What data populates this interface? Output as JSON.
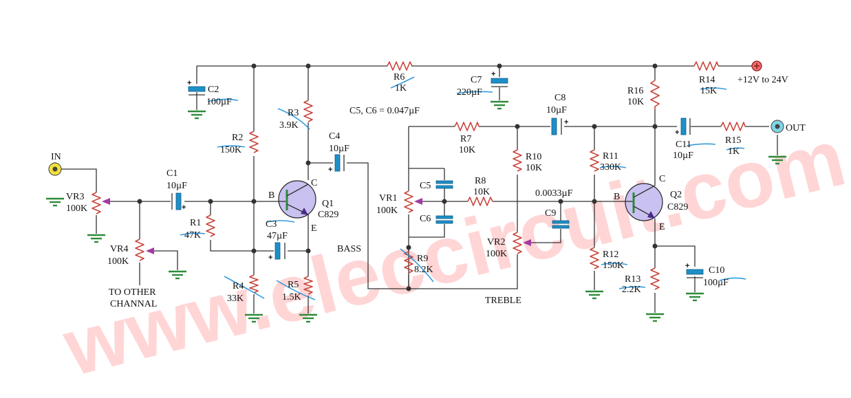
{
  "watermark": "www.eleccircuit.com",
  "supply": {
    "label": "+12V to 24V"
  },
  "input_label": "IN",
  "output_label": "OUT",
  "note_c5_c6": "C5, C6 = 0.047µF",
  "other_channel": [
    "TO OTHER",
    "CHANNAL"
  ],
  "bass_label": "BASS",
  "treble_label": "TREBLE",
  "c9_value_label": "0.0033µF",
  "components": {
    "VR3": {
      "name": "VR3",
      "value": "100K"
    },
    "VR4": {
      "name": "VR4",
      "value": "100K"
    },
    "C1": {
      "name": "C1",
      "value": "10µF"
    },
    "R1": {
      "name": "R1",
      "value": "47K"
    },
    "C2": {
      "name": "C2",
      "value": "100µF"
    },
    "R2": {
      "name": "R2",
      "value": "150K"
    },
    "C3": {
      "name": "C3",
      "value": "47µF"
    },
    "R3": {
      "name": "R3",
      "value": "3.9K"
    },
    "R4": {
      "name": "R4",
      "value": "33K"
    },
    "R5": {
      "name": "R5",
      "value": "1.5K"
    },
    "Q1": {
      "name": "Q1",
      "value": "C829"
    },
    "C4": {
      "name": "C4",
      "value": "10µF"
    },
    "R6": {
      "name": "R6",
      "value": "1K"
    },
    "C7": {
      "name": "C7",
      "value": "220µF"
    },
    "R7": {
      "name": "R7",
      "value": "10K"
    },
    "VR1": {
      "name": "VR1",
      "value": "100K"
    },
    "C5": {
      "name": "C5"
    },
    "C6": {
      "name": "C6"
    },
    "R8": {
      "name": "R8",
      "value": "10K"
    },
    "R9": {
      "name": "R9",
      "value": "8.2K"
    },
    "R10": {
      "name": "R10",
      "value": "10K"
    },
    "VR2": {
      "name": "VR2",
      "value": "100K"
    },
    "C9": {
      "name": "C9"
    },
    "C8": {
      "name": "C8",
      "value": "10µF"
    },
    "R11": {
      "name": "R11",
      "value": "330K"
    },
    "R12": {
      "name": "R12",
      "value": "150K"
    },
    "Q2": {
      "name": "Q2",
      "value": "C829"
    },
    "R16": {
      "name": "R16",
      "value": "10K"
    },
    "R14": {
      "name": "R14",
      "value": "15K"
    },
    "C11": {
      "name": "C11",
      "value": "10µF"
    },
    "R15": {
      "name": "R15",
      "value": "1K"
    },
    "R13": {
      "name": "R13",
      "value": "2.2K"
    },
    "C10": {
      "name": "C10",
      "value": "100µF"
    }
  },
  "pins": {
    "base": "B",
    "collector": "C",
    "emitter": "E"
  }
}
